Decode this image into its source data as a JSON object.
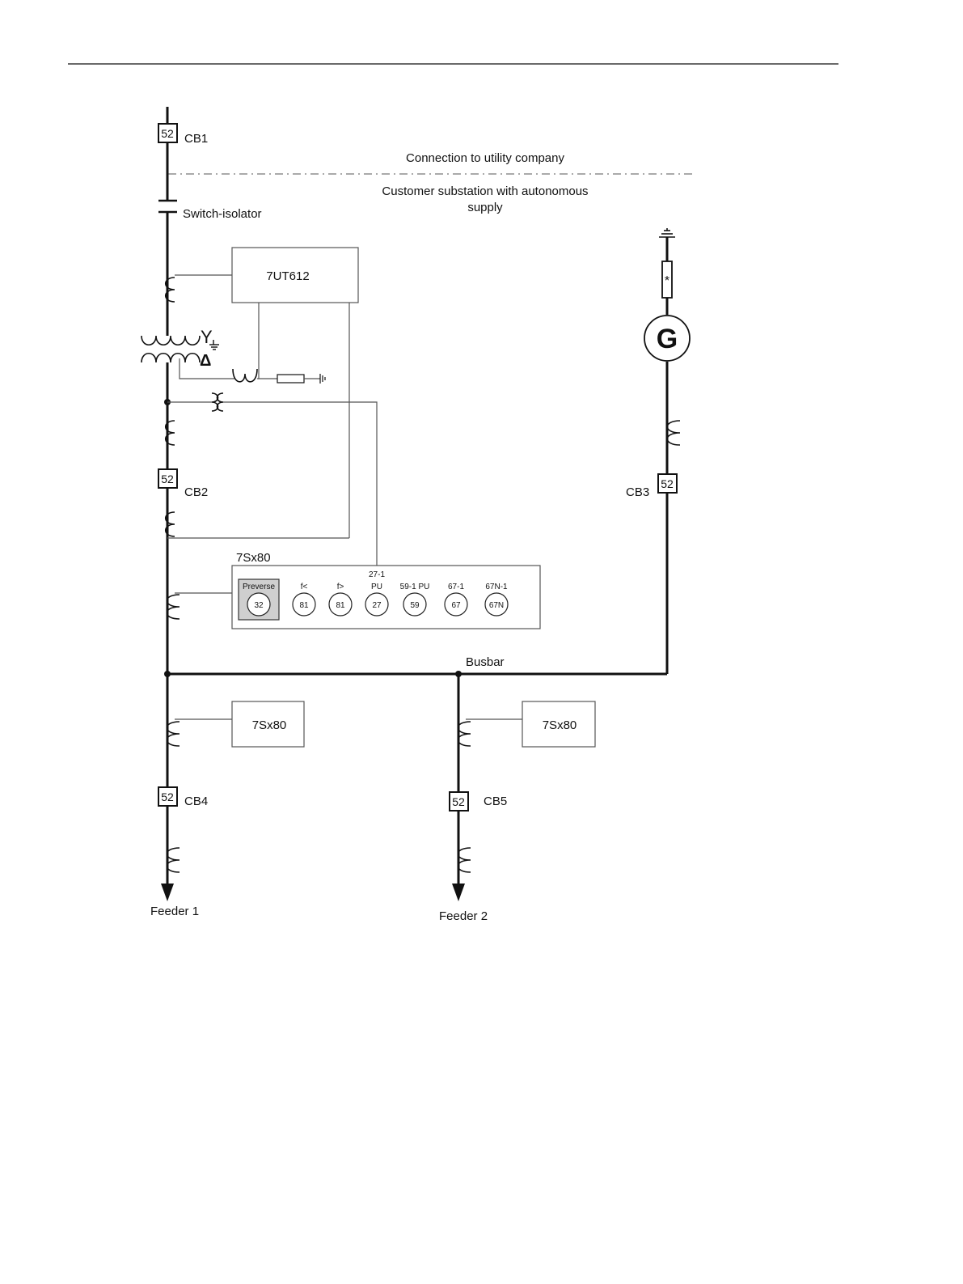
{
  "diagram": {
    "utility_label": "Connection to utility company",
    "customer_label_line1": "Customer substation with autonomous",
    "customer_label_line2": "supply",
    "breaker_symbol": "52",
    "cb1": "CB1",
    "cb2": "CB2",
    "cb3": "CB3",
    "cb4": "CB4",
    "cb5": "CB5",
    "switch_isolator": "Switch-isolator",
    "transformer_relay": "7UT612",
    "wye_symbol": "Y",
    "delta_symbol": "Δ",
    "generator": "G",
    "resistor_mark": "*",
    "main_relay_title": "7Sx80",
    "functions": [
      {
        "top": "",
        "mid": "Preverse",
        "code": "32"
      },
      {
        "top": "",
        "mid": "f<",
        "code": "81"
      },
      {
        "top": "",
        "mid": "f>",
        "code": "81"
      },
      {
        "top": "27-1",
        "mid": "PU",
        "code": "27"
      },
      {
        "top": "",
        "mid": "59-1 PU",
        "code": "59"
      },
      {
        "top": "",
        "mid": "67-1",
        "code": "67"
      },
      {
        "top": "",
        "mid": "67N-1",
        "code": "67N"
      }
    ],
    "busbar": "Busbar",
    "feeder1_relay": "7Sx80",
    "feeder2_relay": "7Sx80",
    "feeder1": "Feeder 1",
    "feeder2": "Feeder 2"
  }
}
